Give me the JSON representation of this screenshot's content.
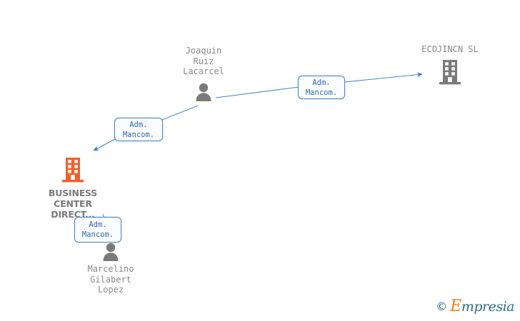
{
  "diagram": {
    "type": "corporate-relationship-graph",
    "background_color": "#ffffff",
    "edge_color": "#4a86c8",
    "company_highlight_color": "#f4602c",
    "company_neutral_color": "#7b7b7b",
    "person_color": "#7b7b7b"
  },
  "nodes": {
    "joaquin": {
      "id": "joaquin-ruiz-lacarcel",
      "kind": "person",
      "label": "Joaquin\nRuiz\nLacarcel",
      "icon": "person-icon"
    },
    "ecojincn": {
      "id": "ecojincn-sl",
      "kind": "company",
      "label": "ECOJINCN SL",
      "icon": "building-icon",
      "color": "#7b7b7b"
    },
    "business_center": {
      "id": "business-center-direct",
      "kind": "company",
      "label": "BUSINESS\nCENTER\nDIRECT...",
      "icon": "building-icon",
      "color": "#f4602c"
    },
    "marcelino": {
      "id": "marcelino-gilabert-lopez",
      "kind": "person",
      "label": "Marcelino\nGilabert\nLopez",
      "icon": "person-icon"
    }
  },
  "edges": [
    {
      "id": "edge-joaquin-ecojincn",
      "from": "joaquin",
      "to": "ecojincn",
      "label": "Adm.\nMancom."
    },
    {
      "id": "edge-joaquin-business-center",
      "from": "joaquin",
      "to": "business_center",
      "label": "Adm.\nMancom."
    },
    {
      "id": "edge-marcelino-business-center",
      "from": "marcelino",
      "to": "business_center",
      "label": "Adm.\nMancom."
    }
  ],
  "watermark": {
    "copyright": "©",
    "brand_first_letter": "E",
    "brand_rest": "mpresia"
  }
}
